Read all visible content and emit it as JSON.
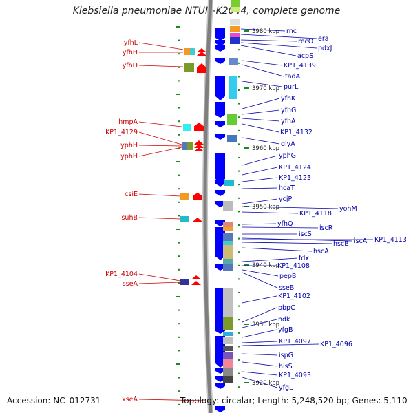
{
  "title": "Klebsiella pneumoniae NTUH-K2044, complete genome",
  "footer": {
    "accession": "Accession: NC_012731",
    "topology": "Topology: circular; Length: 5,248,520 bp; Genes: 5,110"
  },
  "colors": {
    "left_labels": "#cc0000",
    "right_labels": "#0000aa",
    "backbone": "#7f7f7f",
    "gene_arrows": "#0000ff",
    "ticks": "#1a8a1a",
    "positions": "#222222"
  },
  "positions": [
    "3980 kbp",
    "3970 kbp",
    "3960 kbp",
    "3950 kbp",
    "3940 kbp",
    "3930 kbp",
    "3920 kbp"
  ],
  "left_labels": [
    "yfhL",
    "yfhH",
    "yfhD",
    "hmpA",
    "KP1_4129",
    "yphH",
    "yphH",
    "csiE",
    "suhB",
    "KP1_4104",
    "sseA",
    "xseA"
  ],
  "right_labels": [
    "rnc",
    "era",
    "recO",
    "pdxJ",
    "acpS",
    "KP1_4139",
    "tadA",
    "purL",
    "yfhK",
    "yfhG",
    "yfhA",
    "KP1_4132",
    "glyA",
    "yphG",
    "KP1_4124",
    "KP1_4123",
    "hcaT",
    "ycjP",
    "yohM",
    "KP1_4118",
    "yfhQ",
    "iscR",
    "iscS",
    "iscA",
    "KP1_4113",
    "hscB",
    "hscA",
    "fdx",
    "KP1_4108",
    "pepB",
    "sseB",
    "KP1_4102",
    "pbpC",
    "ndk",
    "yfgB",
    "KP1_4097",
    "KP1_4096",
    "ispG",
    "hisS",
    "KP1_4093",
    "yfgL"
  ]
}
